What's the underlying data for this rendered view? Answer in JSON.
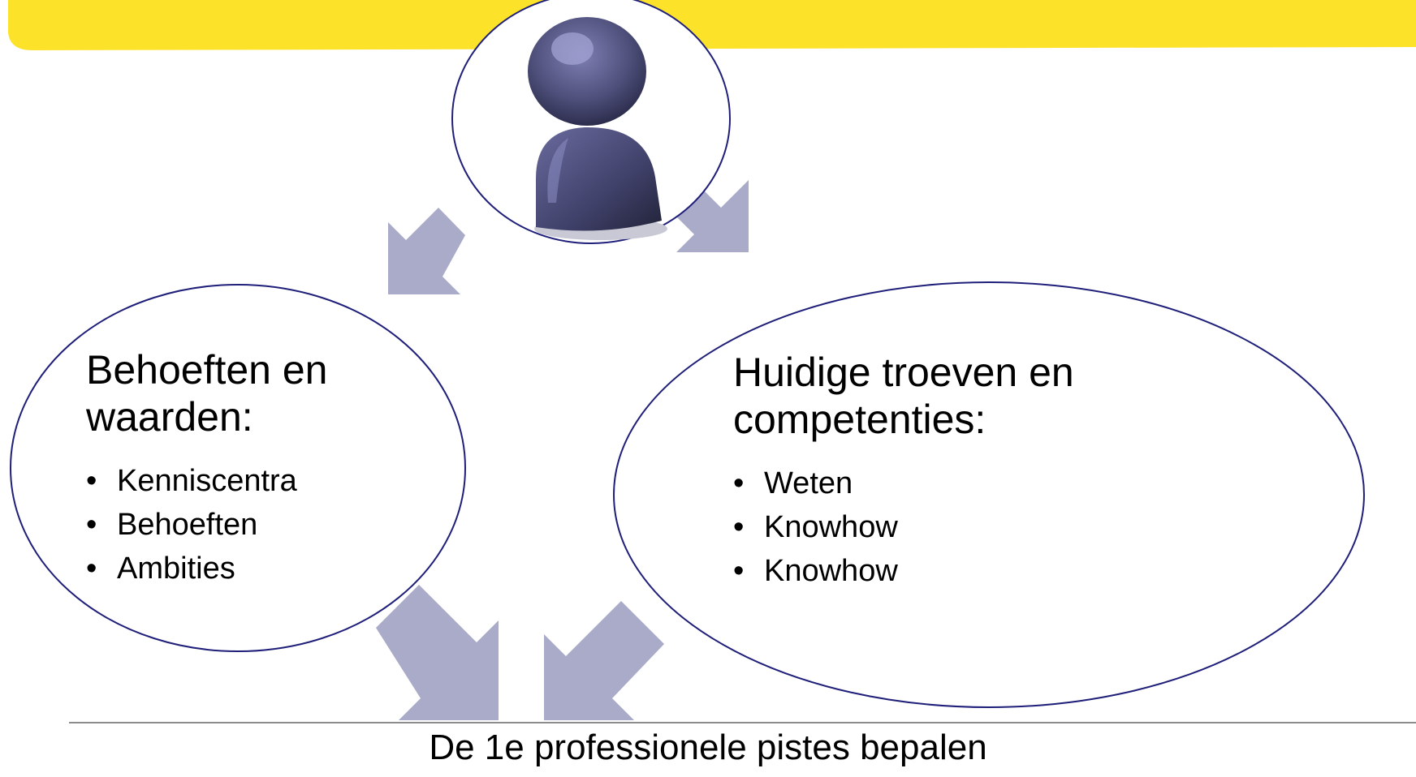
{
  "left_circle": {
    "heading": "Behoeften en waarden:",
    "items": [
      "Kenniscentra",
      "Behoeften",
      "Ambities"
    ]
  },
  "right_circle": {
    "heading": "Huidige troeven en competenties:",
    "items": [
      "Weten",
      "Knowhow",
      "Knowhow"
    ]
  },
  "footer": {
    "text": "De 1e professionele pistes bepalen"
  },
  "colors": {
    "banner": "#fde22a",
    "outline": "#1f1f7a",
    "arrow": "#aaabc9",
    "person": "#4d4e79",
    "divider": "#8c8c8c"
  },
  "icons": [
    "person-icon",
    "arrow-down-left",
    "arrow-down-right"
  ]
}
